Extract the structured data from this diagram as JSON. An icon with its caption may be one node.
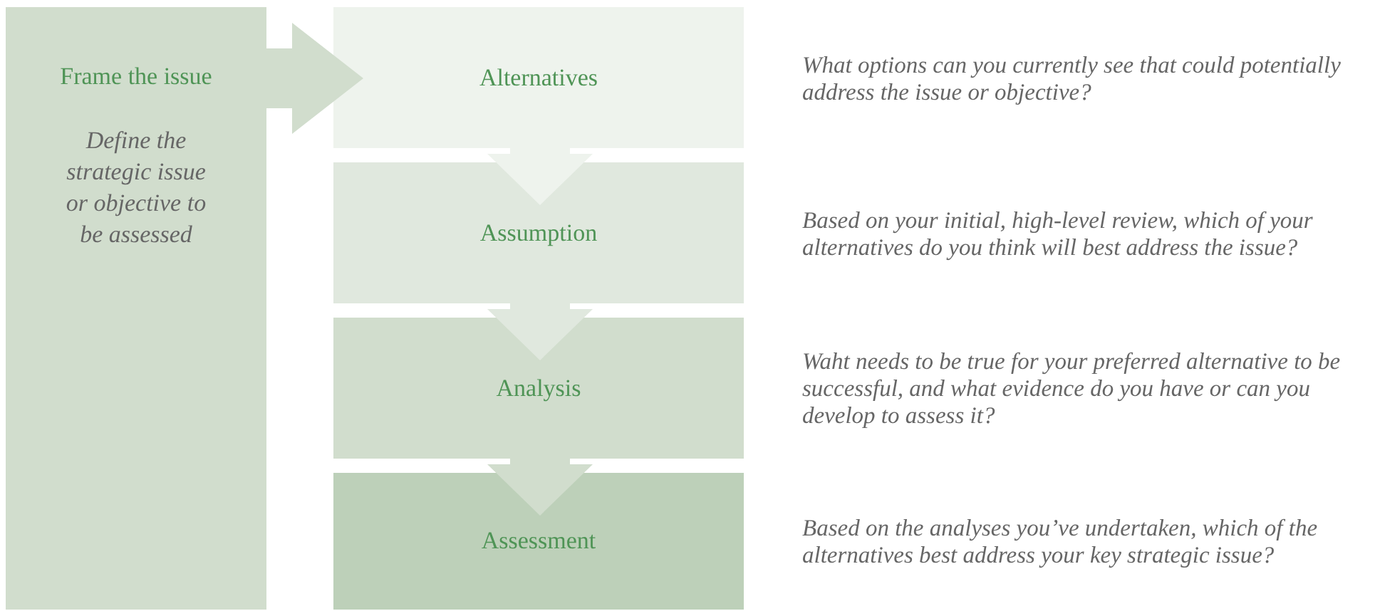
{
  "diagram": {
    "nodes": [
      {
        "text": [
          "Frame the issue",
          "Define the strategic issue or objective to be assessed"
        ]
      },
      {
        "text": [
          "Alternatives"
        ],
        "beside": [
          "What options can you currently see that could potentially address the issue or objective?"
        ]
      },
      {
        "text": [
          "Assumption"
        ],
        "beside": [
          "Based on your initial, high-level review, which of your alternatives do you think will best address the issue?"
        ]
      },
      {
        "text": [
          "Analysis"
        ],
        "beside": [
          "Waht needs to be true for your preferred alternative to be successful, and what evidence do you have or can you develop to assess it?"
        ]
      },
      {
        "text": [
          "Assessment"
        ],
        "beside": [
          "Based on the analyses you’ve undertaken, which of the alternatives best address your key strategic issue?"
        ]
      }
    ],
    "edges": [
      {
        "from": 0,
        "to": 1,
        "arrow": "to"
      },
      {
        "from": 1,
        "to": 2,
        "arrow": "to"
      },
      {
        "from": 2,
        "to": 3,
        "arrow": "to"
      },
      {
        "from": 3,
        "to": 4,
        "arrow": "to"
      }
    ]
  }
}
